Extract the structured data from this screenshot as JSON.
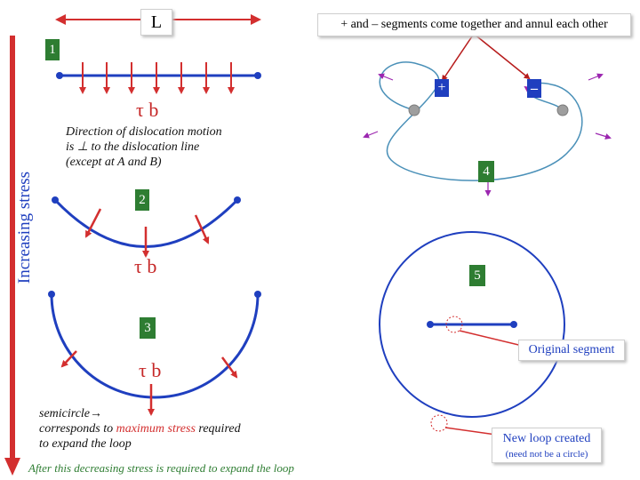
{
  "labels": {
    "L": "L",
    "top_note": "+ and – segments come together and annul each other",
    "increasing_stress": "Increasing stress",
    "tau_b": "τ b",
    "direction_note": [
      "Direction of dislocation motion",
      "is ⊥ to the dislocation line",
      "(except at A and B)"
    ],
    "plus": "+",
    "minus": "–",
    "semicircle_note": {
      "pre": "semicircle→",
      "line2_pre": "corresponds to ",
      "line2_red": "maximum stress",
      "line2_post": " required",
      "line3": "to expand the loop"
    },
    "after_note": "After this decreasing stress is required to expand the loop",
    "original_segment": "Original segment",
    "new_loop": "New loop created",
    "new_loop_sub": "(need not be a circle)"
  },
  "steps": [
    "1",
    "2",
    "3",
    "4",
    "5"
  ],
  "colors": {
    "dislocation": "#1f3fbf",
    "stress_arrow": "#d32f2f",
    "step_badge": "#2e7d32",
    "loop_line": "#4a90b8",
    "after_note": "#2e7d32"
  }
}
